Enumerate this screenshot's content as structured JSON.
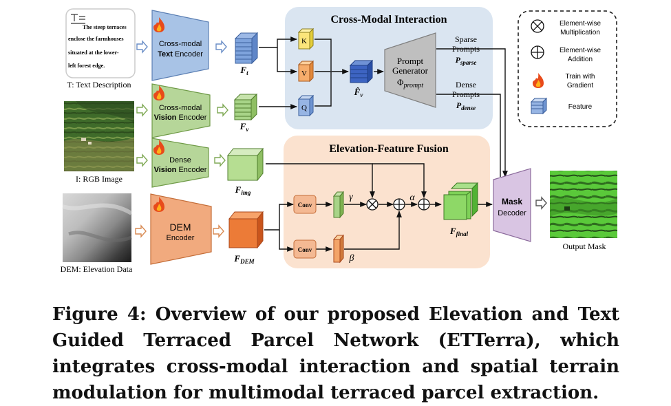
{
  "text_description": {
    "content": "The steep terraces enclose the farmhouses situated at the lower-left forest edge.",
    "label": "T: Text Description"
  },
  "inputs": {
    "rgb_label": "I: RGB Image",
    "dem_label": "DEM: Elevation Data"
  },
  "encoders": {
    "text": {
      "line1": "Cross-modal",
      "line2_bold": "Text",
      "line2_rest": " Encoder"
    },
    "vision": {
      "line1": "Cross-modal",
      "line2_bold": "Vision",
      "line2_rest": " Encoder"
    },
    "dense": {
      "line1": "Dense",
      "line2_bold": "Vision",
      "line2_rest": " Encoder"
    },
    "dem": {
      "line1": "DEM",
      "line2": "Encoder"
    }
  },
  "features": {
    "ft": {
      "main": "F",
      "sub": "t"
    },
    "fv": {
      "main": "F",
      "sub": "v"
    },
    "fimg": {
      "main": "F",
      "sub": "img"
    },
    "fdem": {
      "main": "F",
      "sub": "DEM"
    },
    "fvhat": {
      "main": "F̂",
      "sub": "v"
    },
    "ffinal": {
      "main": "F",
      "sub": "final"
    }
  },
  "cross_modal": {
    "title": "Cross-Modal Interaction",
    "k": "K",
    "v": "V",
    "q": "Q",
    "generator": {
      "line1": "Prompt",
      "line2": "Generator",
      "phi": "Φ",
      "phi_sub": "prompt"
    },
    "sparse": {
      "line1": "Sparse",
      "line2": "Prompts",
      "sym": "P",
      "sym_sub": "sparse"
    },
    "dense": {
      "line1": "Dense",
      "line2": "Prompts",
      "sym": "P",
      "sym_sub": "dense"
    }
  },
  "fusion": {
    "title": "Elevation-Feature Fusion",
    "conv": "Conv",
    "gamma": "γ",
    "beta": "β",
    "alpha": "α"
  },
  "decoder": {
    "line1": "Mask",
    "line2": "Decoder"
  },
  "output_label": "Output Mask",
  "legend": {
    "mult": {
      "line1": "Element-wise",
      "line2": "Multiplication"
    },
    "add": {
      "line1": "Element-wise",
      "line2": "Addition"
    },
    "train": {
      "line1": "Train with",
      "line2": "Gradient"
    },
    "feature": "Feature"
  },
  "colors": {
    "cross_modal_bg": "#dae5f1",
    "fusion_bg": "#fbe2cf",
    "text_encoder": "#a8c3e6",
    "vision_encoder": "#b6d699",
    "dem_encoder": "#f1aa7e",
    "decoder": "#d9c5e3",
    "generator": "#bfbfbf"
  },
  "caption": "Figure 4: Overview of our proposed Elevation and Text Guided Terraced Parcel Network (ETTerra), which integrates cross-modal interaction and spatial terrain modulation for multimodal terraced parcel extraction."
}
